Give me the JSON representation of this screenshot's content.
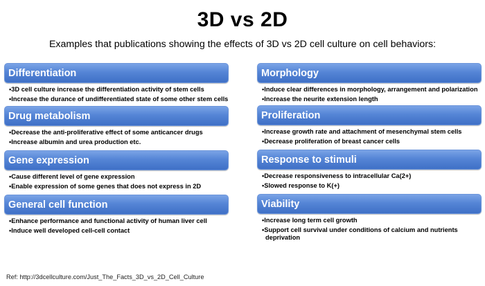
{
  "title": "3D vs 2D",
  "subtitle": "Examples that publications showing the effects of 3D vs 2D cell culture on cell behaviors:",
  "left_sections": [
    {
      "header": "Differentiation",
      "bullets": [
        "3D cell culture increase the differentiation activity of stem cells",
        "Increase the durance of undifferentiated state of some other stem cells"
      ]
    },
    {
      "header": "Drug metabolism",
      "bullets": [
        "Decrease the anti-proliferative effect of some anticancer drugs",
        "Increase albumin and urea production etc."
      ]
    },
    {
      "header": "Gene expression",
      "bullets": [
        "Cause different level of gene expression",
        "Enable expression of some genes that does not express in 2D"
      ]
    },
    {
      "header": "General cell function",
      "bullets": [
        "Enhance performance and functional activity of human liver cell",
        "Induce well developed cell-cell contact"
      ]
    }
  ],
  "right_sections": [
    {
      "header": "Morphology",
      "bullets": [
        "Induce clear differences in morphology, arrangement and polarization",
        "Increase the neurite extension length"
      ]
    },
    {
      "header": "Proliferation",
      "bullets": [
        "Increase growth rate and attachment of mesenchymal stem cells",
        "Decrease proliferation of breast cancer cells"
      ]
    },
    {
      "header": "Response to stimuli",
      "bullets": [
        "Decrease responsiveness to intracellular Ca(2+)",
        "Slowed response to K(+)"
      ]
    },
    {
      "header": "Viability",
      "bullets": [
        "Increase long term cell growth",
        "Support cell survival under conditions of calcium and nutrients deprivation"
      ]
    }
  ],
  "reference": "Ref: http://3dcellculture.com/Just_The_Facts_3D_vs_2D_Cell_Culture"
}
